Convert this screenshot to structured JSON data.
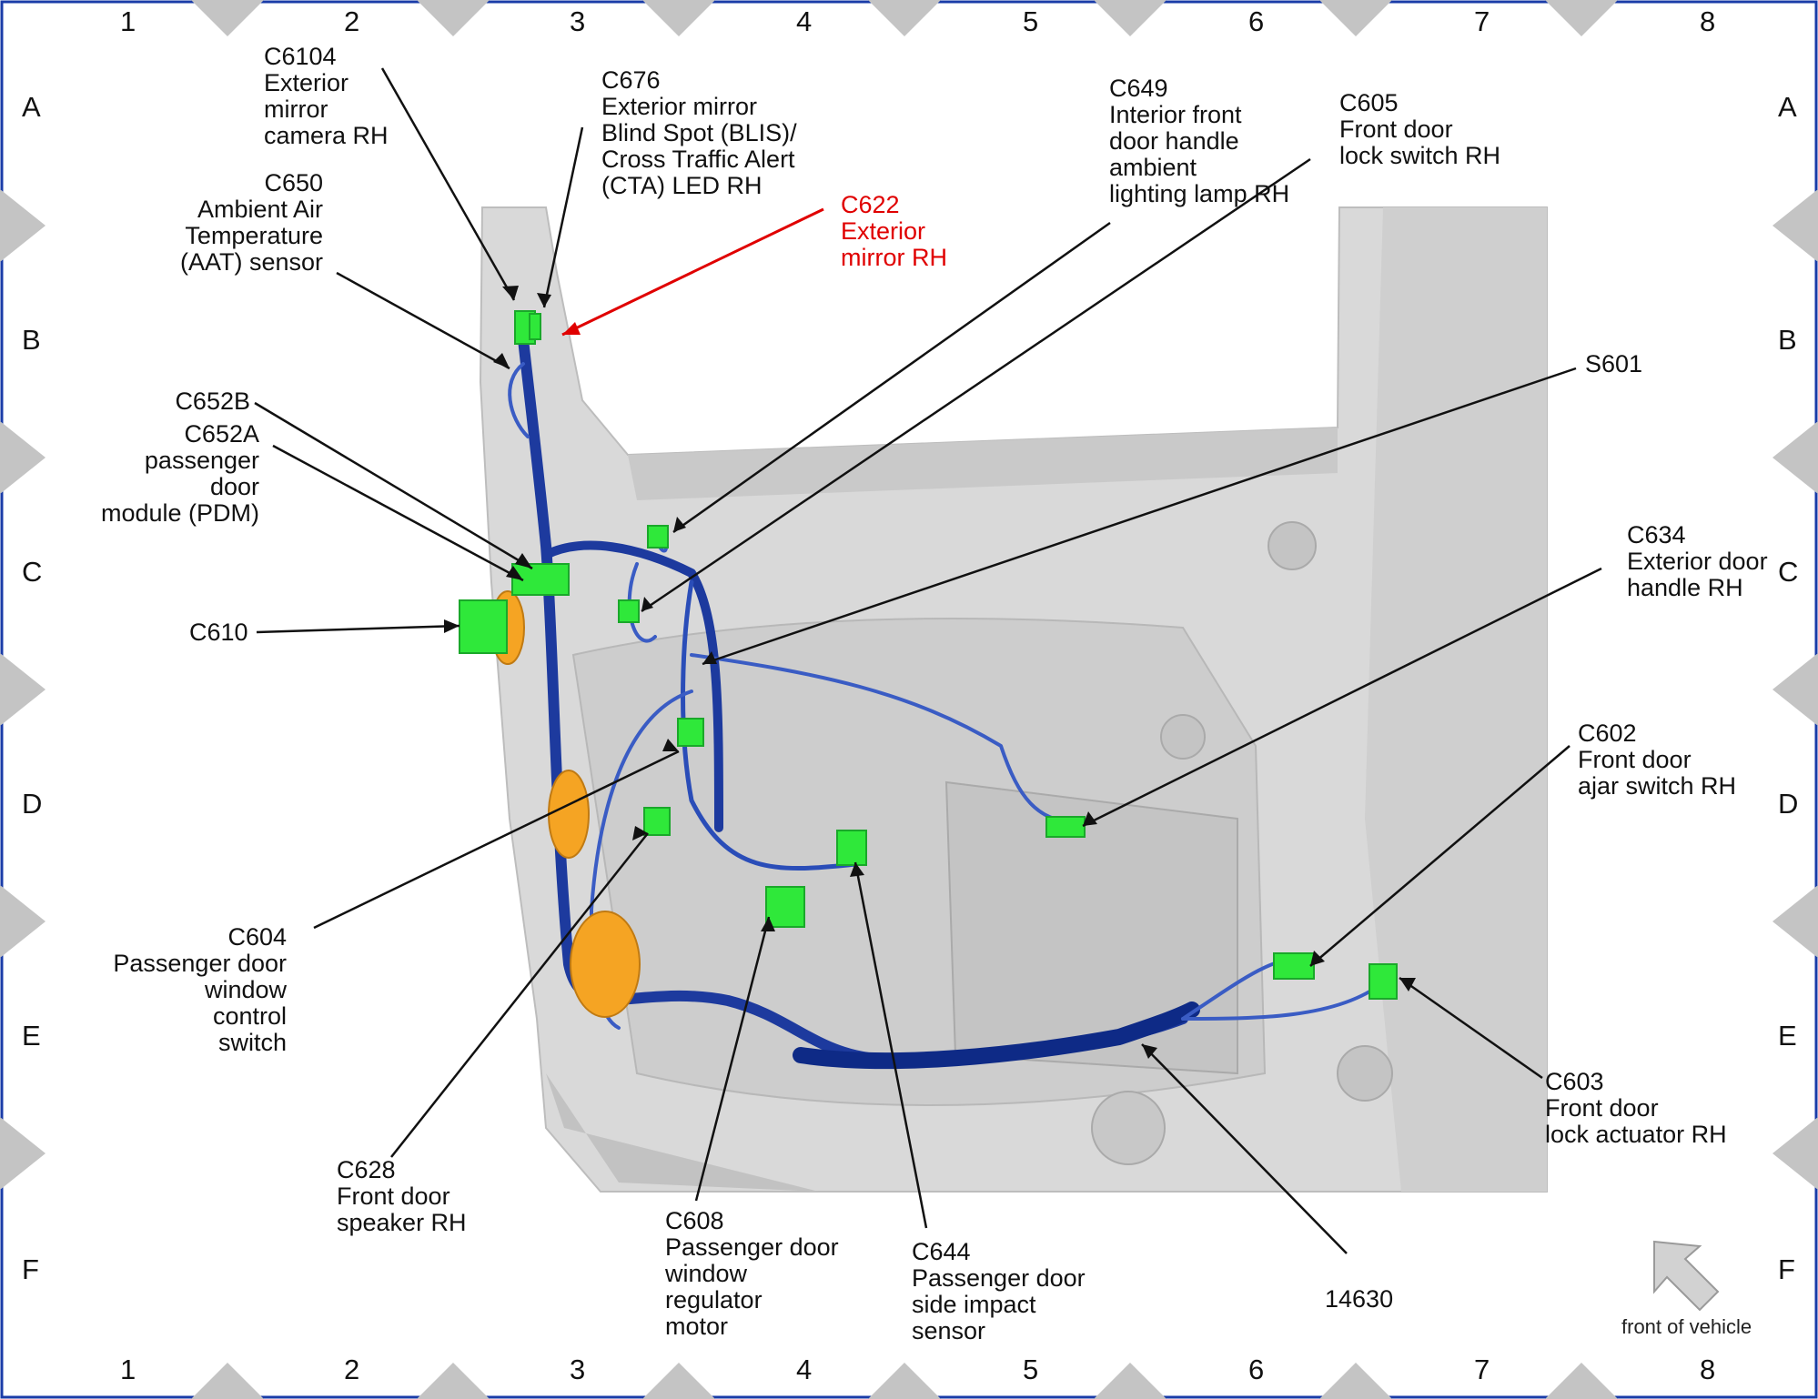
{
  "columns": [
    "1",
    "2",
    "3",
    "4",
    "5",
    "6",
    "7",
    "8"
  ],
  "rows": [
    "A",
    "B",
    "C",
    "D",
    "E",
    "F"
  ],
  "colors": {
    "harness": "#1d3a9e",
    "harness_dark": "#0e2a86",
    "connector": "#2fe83a",
    "speaker": "#f5a423",
    "highlight": "#e00000",
    "door": "#d9d9d9",
    "border": "#1a3ca8"
  },
  "labels": {
    "c6104": [
      "C6104",
      "Exterior",
      "mirror",
      "camera RH"
    ],
    "c676": [
      "C676",
      "Exterior mirror",
      "Blind Spot (BLIS)/",
      "Cross Traffic Alert",
      "(CTA) LED RH"
    ],
    "c622": [
      "C622",
      "Exterior",
      "mirror RH"
    ],
    "c649": [
      "C649",
      "Interior front",
      "door handle",
      "ambient",
      "lighting lamp RH"
    ],
    "c605": [
      "C605",
      "Front door",
      "lock switch RH"
    ],
    "c650": [
      "C650",
      "Ambient Air",
      "Temperature",
      "(AAT) sensor"
    ],
    "s601": [
      "S601"
    ],
    "c652b": [
      "C652B"
    ],
    "c652a": [
      "C652A",
      "passenger",
      "door",
      "module (PDM)"
    ],
    "c634": [
      "C634",
      "Exterior door",
      "handle RH"
    ],
    "c610": [
      "C610"
    ],
    "c602": [
      "C602",
      "Front door",
      "ajar switch RH"
    ],
    "c604": [
      "C604",
      "Passenger door",
      "window",
      "control",
      "switch"
    ],
    "c603": [
      "C603",
      "Front door",
      "lock actuator RH"
    ],
    "c628": [
      "C628",
      "Front door",
      "speaker RH"
    ],
    "c608": [
      "C608",
      "Passenger door",
      "window",
      "regulator",
      "motor"
    ],
    "c644": [
      "C644",
      "Passenger door",
      "side impact",
      "sensor"
    ],
    "h14630": [
      "14630"
    ]
  },
  "front_of_vehicle": "front of vehicle",
  "icons": {
    "front_arrow": "arrow-up-left-icon"
  }
}
